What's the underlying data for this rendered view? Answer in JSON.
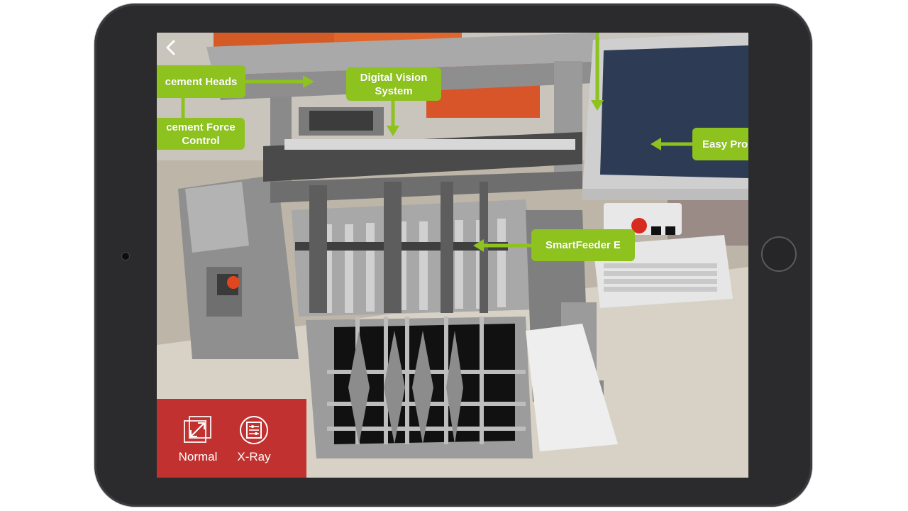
{
  "device": {
    "name": "iPad"
  },
  "navigation": {
    "back_icon": "chevron-left-icon"
  },
  "callouts": {
    "placement_heads": "cement Heads",
    "placement_force_line1": "cement Force",
    "placement_force_line2": "Control",
    "digital_vision_line1": "Digital Vision",
    "digital_vision_line2": "System",
    "easy_pro": "Easy Pro",
    "smartfeeder": "SmartFeeder E"
  },
  "modes": {
    "normal_label": "Normal",
    "normal_icon": "expand-arrows-icon",
    "xray_label": "X-Ray",
    "xray_icon": "xray-scan-icon"
  },
  "colors": {
    "callout_green": "#8dc21f",
    "mode_panel_red": "#c0312f",
    "device_bezel": "#2b2b2d"
  }
}
